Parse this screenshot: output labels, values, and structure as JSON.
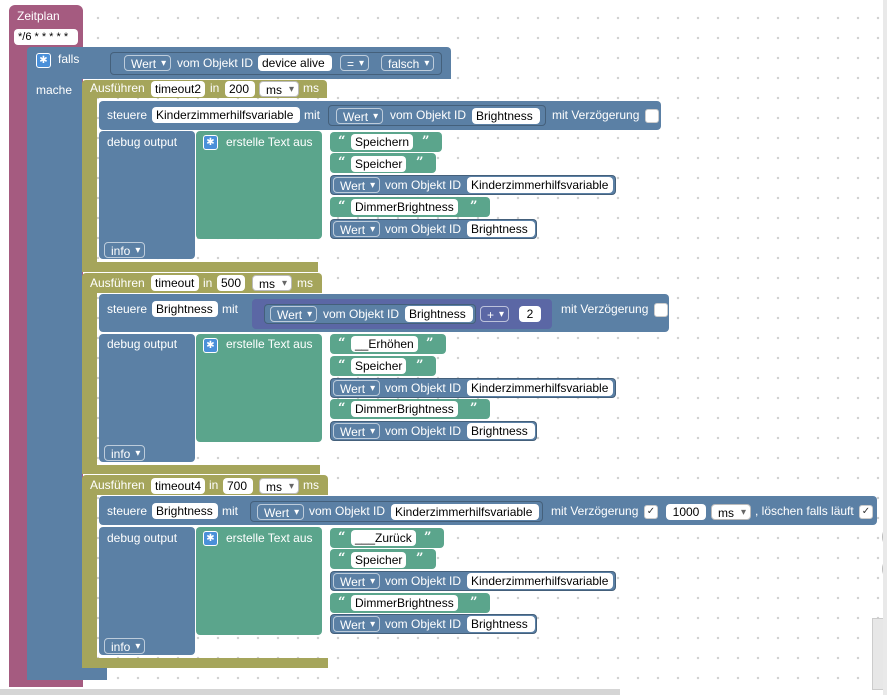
{
  "schedule": {
    "label": "Zeitplan",
    "cron": "*/6 * * * * *"
  },
  "if_block": {
    "falls": "falls",
    "mache": "mache",
    "cond_value": "Wert",
    "cond_from": "vom Objekt ID",
    "cond_object": "device alive",
    "cond_op": "=",
    "cond_compare": "falsch"
  },
  "exec1": {
    "label": "Ausführen",
    "timeout": "timeout2",
    "in": "in",
    "value": "200",
    "unit_dd": "ms",
    "unit": "ms"
  },
  "exec2": {
    "label": "Ausführen",
    "timeout": "timeout",
    "in": "in",
    "value": "500",
    "unit_dd": "ms",
    "unit": "ms"
  },
  "exec3": {
    "label": "Ausführen",
    "timeout": "timeout4",
    "in": "in",
    "value": "700",
    "unit_dd": "ms",
    "unit": "ms"
  },
  "ctrl1": {
    "label": "steuere",
    "object": "Kinderzimmerhilfsvariable",
    "mit": "mit",
    "wert": "Wert",
    "from": "vom Objekt ID",
    "src": "Brightness",
    "delay": "mit Verzögerung"
  },
  "ctrl2": {
    "label": "steuere",
    "object": "Brightness",
    "mit": "mit",
    "wert": "Wert",
    "from": "vom Objekt ID",
    "src": "Brightness",
    "op": "+",
    "num": "2",
    "delay": "mit Verzögerung"
  },
  "ctrl3": {
    "label": "steuere",
    "object": "Brightness",
    "mit": "mit",
    "wert": "Wert",
    "from": "vom Objekt ID",
    "src": "Kinderzimmerhilfsvariable",
    "delay": "mit Verzögerung",
    "delay_check": "✓",
    "delay_value": "1000",
    "delay_unit": "ms",
    "clear": ", löschen falls läuft",
    "clear_check": "✓"
  },
  "debug": {
    "label": "debug output",
    "create": "erstelle Text aus",
    "level": "info",
    "wert": "Wert",
    "from": "vom Objekt ID",
    "v1": "Kinderzimmerhilfsvariable",
    "v2": "Brightness",
    "q_open": "“",
    "q_close": "”"
  },
  "texts1": {
    "t1": "Speichern",
    "t2": "Speicher",
    "t3": "DimmerBrightness"
  },
  "texts2": {
    "t1": "__Erhöhen",
    "t2": "Speicher",
    "t3": "DimmerBrightness"
  },
  "texts3": {
    "t1": "___Zurück",
    "t2": "Speicher",
    "t3": "DimmerBrightness"
  },
  "icons": {
    "gear": "gear-icon",
    "check": "check-icon",
    "dropdown": "chevron-down-icon"
  },
  "colors": {
    "event": "#a55b80",
    "logic": "#5b80a5",
    "timeout": "#a5a55b",
    "text": "#5ba58c",
    "math": "#5b67a5"
  }
}
